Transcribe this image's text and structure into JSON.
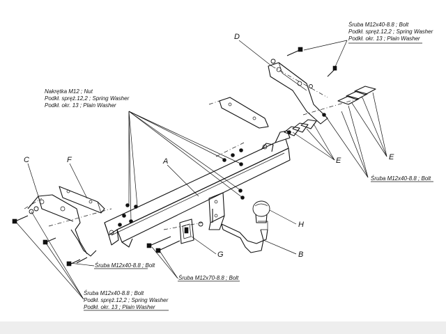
{
  "labels": {
    "A": "A",
    "B": "B",
    "C": "C",
    "D": "D",
    "E1": "E",
    "E2": "E",
    "F": "F",
    "G": "G",
    "H": "H"
  },
  "notes": {
    "top_right": [
      "Śruba M12x40-8.8 ;  Bolt",
      "Podkł. spręż.12,2 ; Spring Washer",
      "Podkł. okr. 13 ; Plain Washer"
    ],
    "nut_group": [
      "Nakrętka  M12 ; Nut",
      "Podkł. spręż.12,2 ; Spring Washer",
      "Podkł. okr. 13 ; Plain Washer"
    ],
    "bottom_left": [
      "Śruba M12x40-8.8 ;  Bolt",
      "Podkł. spręż.12,2 ; Spring Washer",
      "Podkł. okr. 13 ; Plain Washer"
    ],
    "bolt_right": "Śruba M12x40-8.8 ;  Bolt",
    "bolt_left_small": "Śruba M12x40-8.8 ;  Bolt",
    "bolt_center": "Śruba M12x70-8.8 ;  Bolt"
  }
}
